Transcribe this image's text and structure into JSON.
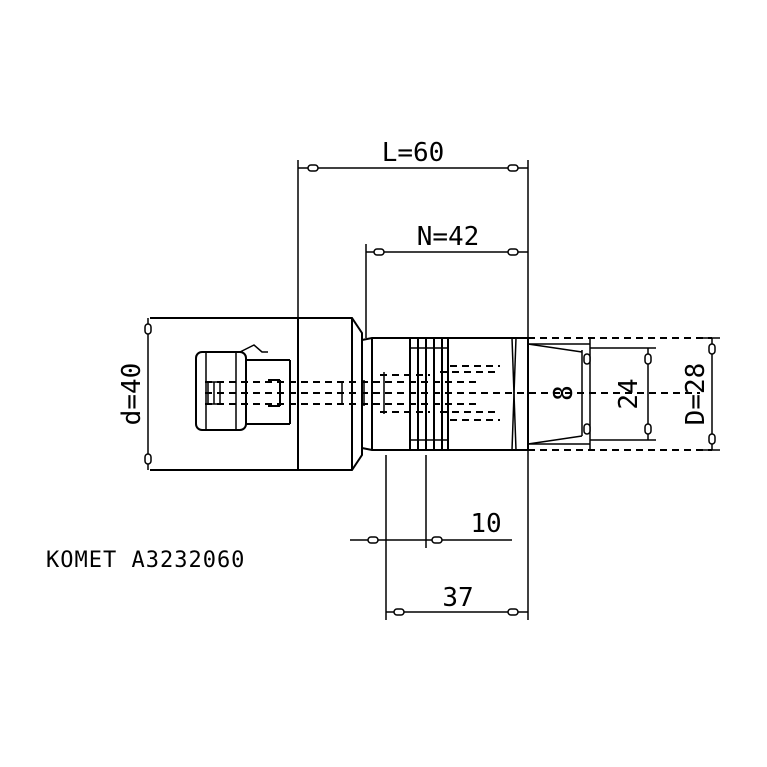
{
  "model_label": "KOMET A3232060",
  "dimensions": {
    "total_length": "L=60",
    "n_length": "N=42",
    "flange_diameter": "d=40",
    "shank_diameter": "D=28",
    "bore_diameter": "24",
    "inner_bore": "8",
    "groove_width": "10",
    "shank_length": "37"
  }
}
